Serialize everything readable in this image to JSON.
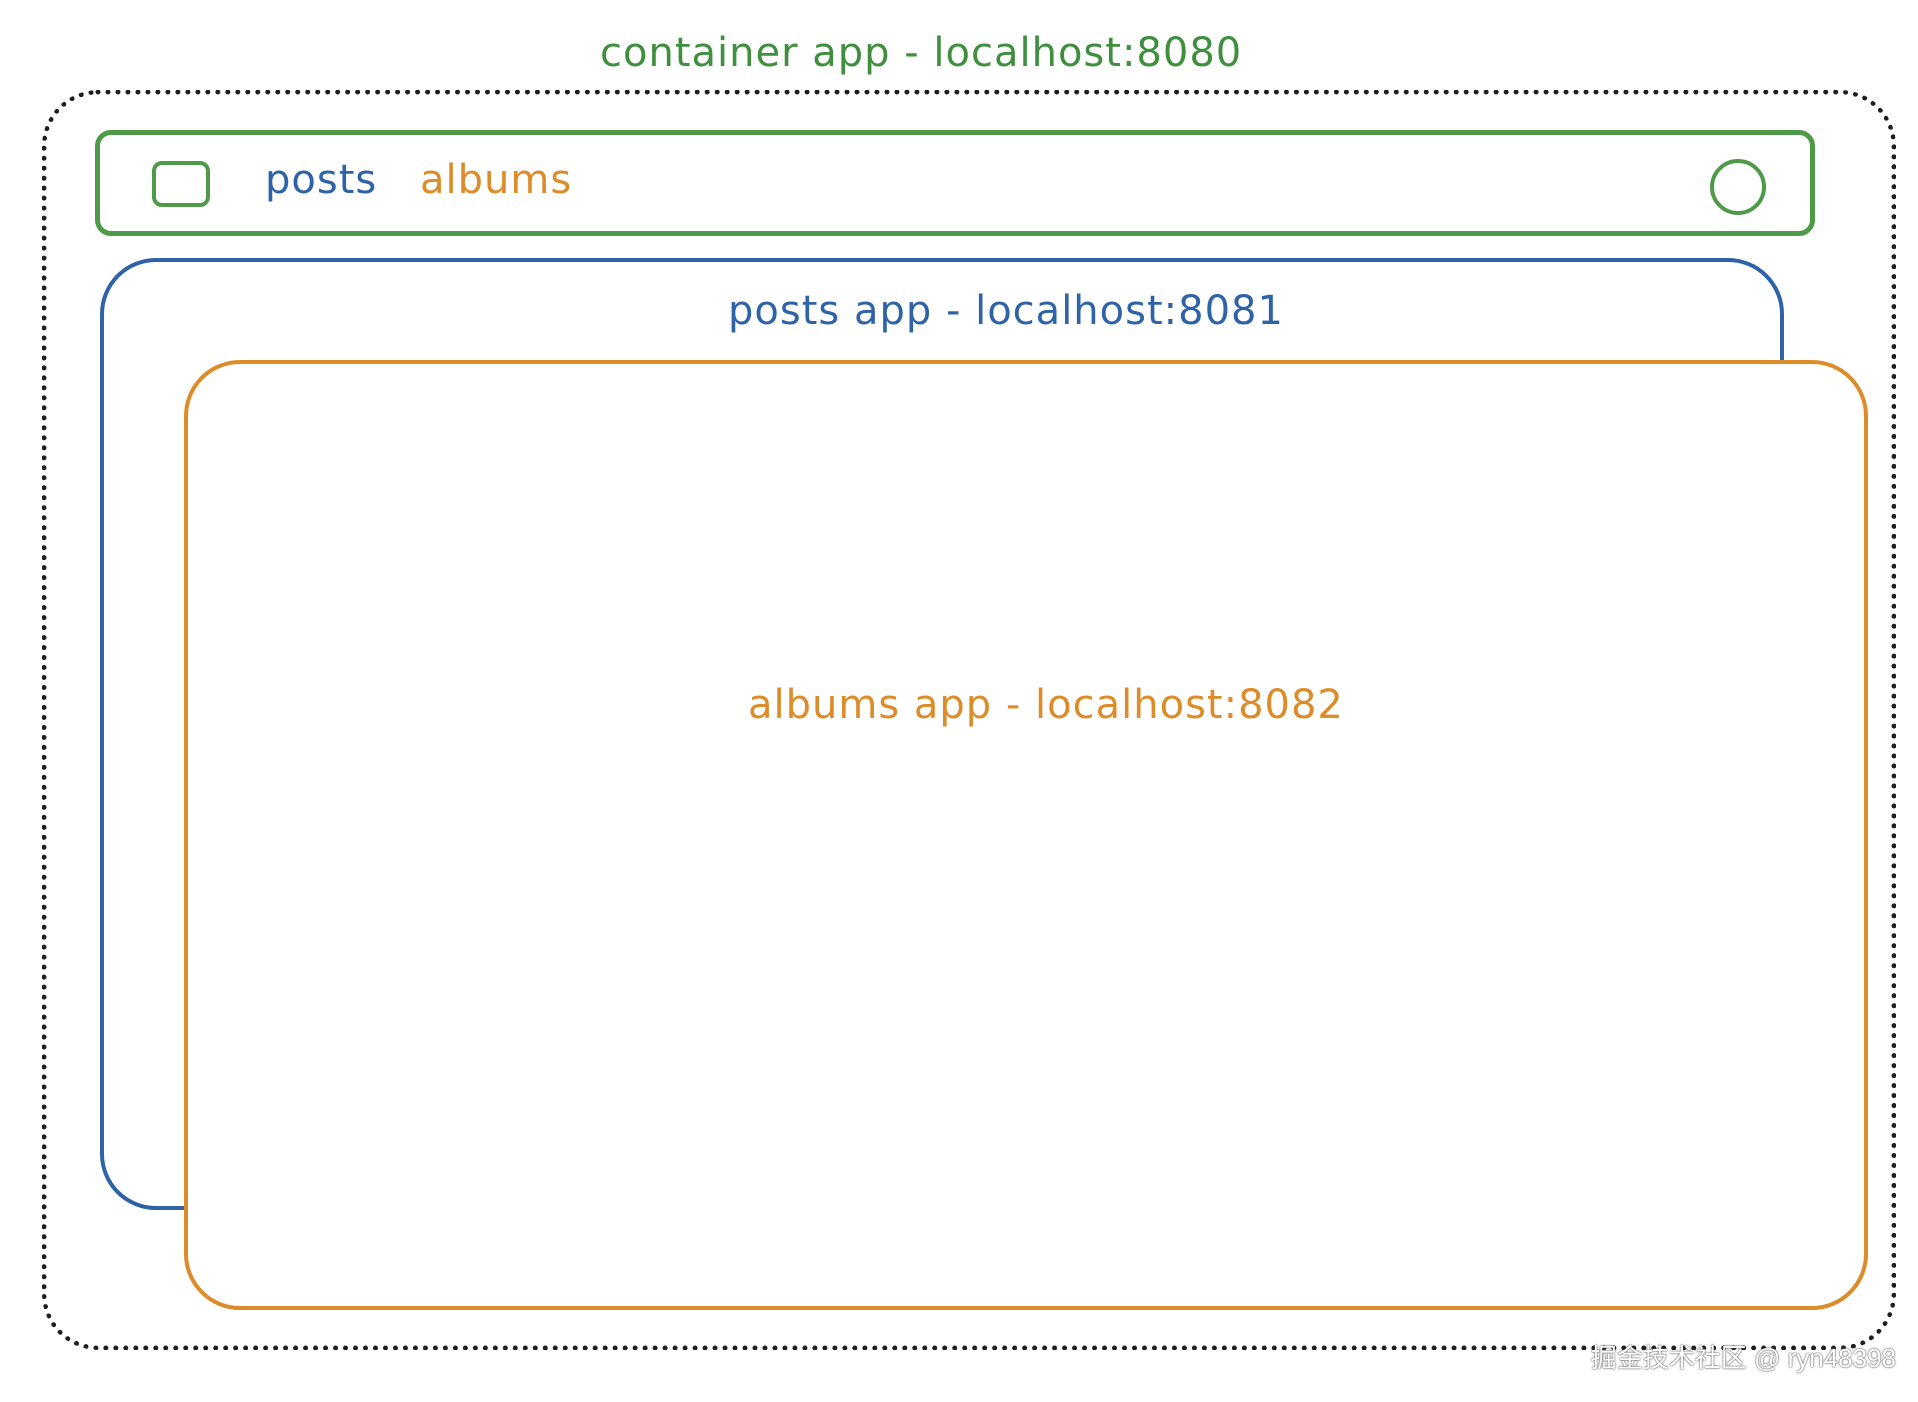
{
  "container": {
    "title": "container app - localhost:8080"
  },
  "navbar": {
    "posts_label": "posts",
    "albums_label": "albums",
    "left_icon": "square-icon",
    "right_icon": "circle-icon"
  },
  "posts_app": {
    "title": "posts app - localhost:8081"
  },
  "albums_app": {
    "title": "albums app - localhost:8082"
  },
  "watermark": {
    "text": "掘金技术社区 @ ryn48398"
  },
  "colors": {
    "container": "#3f8f3f",
    "navbar": "#4f9a48",
    "posts": "#2f63a8",
    "albums": "#dd8c2a",
    "outline": "#1e1e1e"
  }
}
